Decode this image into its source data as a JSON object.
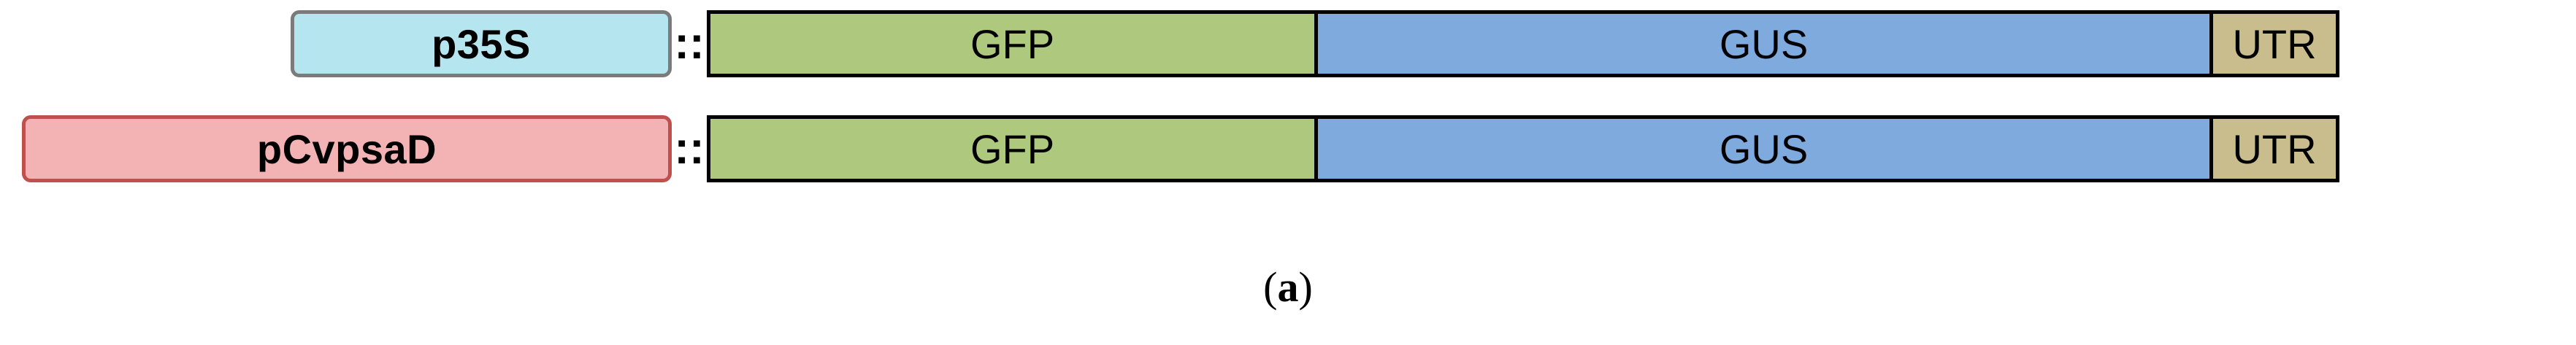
{
  "figure": {
    "panel_label": "(a)",
    "panel_label_prefix": "(",
    "panel_label_letter": "a",
    "panel_label_suffix": ")"
  },
  "constructs": [
    {
      "promoter": "p35S",
      "linker": "::",
      "segments": [
        {
          "label": "GFP",
          "color": "#aec97e"
        },
        {
          "label": "GUS",
          "color": "#7eaade"
        },
        {
          "label": "UTR",
          "color": "#c9bd8d"
        }
      ]
    },
    {
      "promoter": "pCvpsaD",
      "linker": "::",
      "segments": [
        {
          "label": "GFP",
          "color": "#aec97e"
        },
        {
          "label": "GUS",
          "color": "#7eaade"
        },
        {
          "label": "UTR",
          "color": "#c9bd8d"
        }
      ]
    }
  ],
  "colors": {
    "p35s_fill": "#b5e6ef",
    "p35s_border": "#7b7b7b",
    "pcvpsad_fill": "#f3b3b5",
    "pcvpsad_border": "#c0504d",
    "gfp_fill": "#aec97e",
    "gus_fill": "#7eaade",
    "utr_fill": "#c9bd8d",
    "outline": "#000000",
    "background": "#ffffff"
  }
}
